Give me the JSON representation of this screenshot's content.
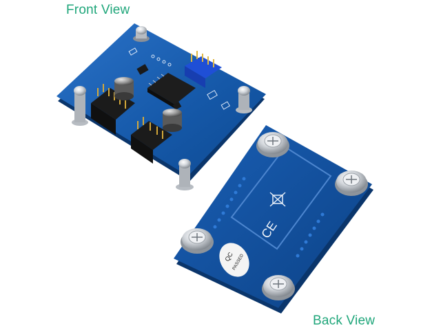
{
  "captions": {
    "front": "Front View",
    "back": "Back View"
  },
  "back_board": {
    "qc_label_line1": "QC",
    "qc_label_line2": "PASSED",
    "ce_mark": "CE"
  },
  "colors": {
    "caption": "#1fa67a",
    "pcb_blue": "#1558a8",
    "pcb_dark": "#0b3f80",
    "header_blue": "#1f4fd6",
    "screw_silver": "#c9cdd2"
  }
}
